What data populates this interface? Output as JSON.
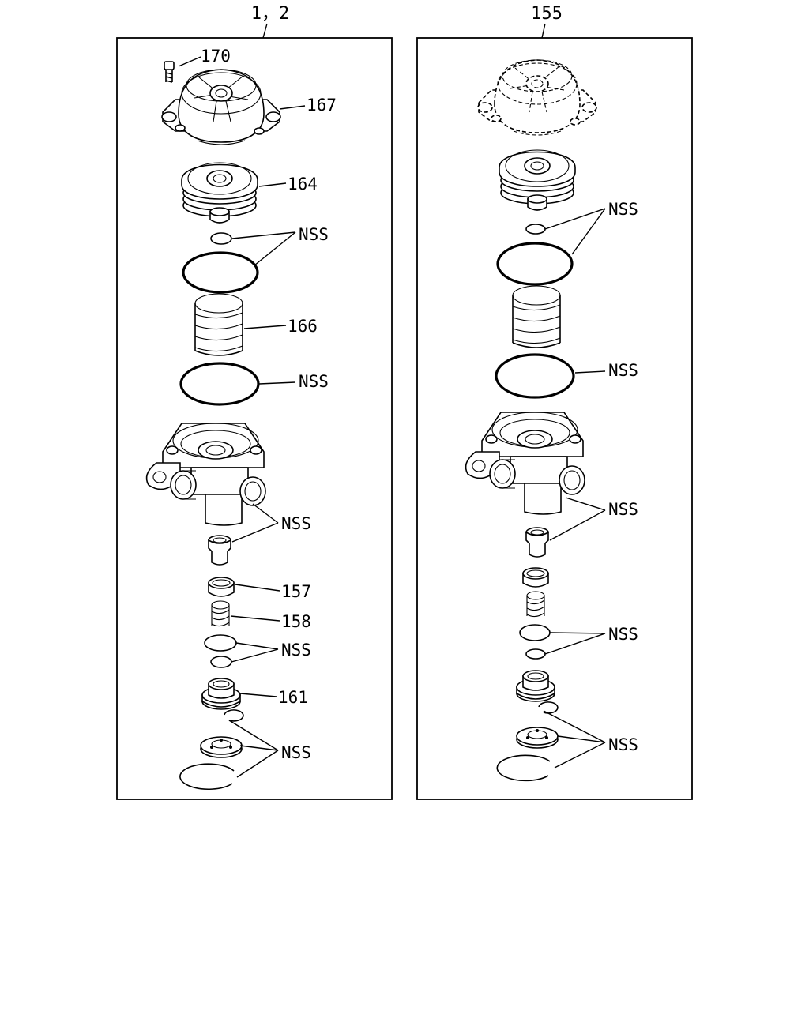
{
  "panels": [
    {
      "title": "1，2",
      "labels": [
        "170",
        "167",
        "164",
        "NSS",
        "166",
        "NSS",
        "NSS",
        "157",
        "158",
        "NSS",
        "161",
        "NSS"
      ]
    },
    {
      "title": "155",
      "labels": [
        "NSS",
        "NSS",
        "NSS",
        "NSS",
        "NSS"
      ]
    }
  ]
}
